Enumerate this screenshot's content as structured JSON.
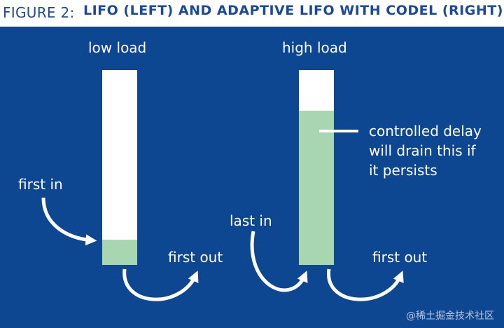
{
  "figure": {
    "label": "FIGURE 2:",
    "title": "LIFO (LEFT) AND ADAPTIVE LIFO WITH CODEL (RIGHT)"
  },
  "left_panel": {
    "heading": "low load",
    "queue_fill_fraction": 0.13,
    "in_label": "first in",
    "out_label": "first out"
  },
  "right_panel": {
    "heading": "high load",
    "queue_fill_fraction": 0.79,
    "in_label": "last in",
    "out_label": "first out",
    "annotation_lines": [
      "controlled delay",
      "will drain this if",
      "it persists"
    ]
  },
  "colors": {
    "background": "#0d4691",
    "queue_empty": "#ffffff",
    "queue_filled": "#a8d6b0",
    "title_text": "#1b4a97"
  },
  "watermark": "@稀土掘金技术社区"
}
